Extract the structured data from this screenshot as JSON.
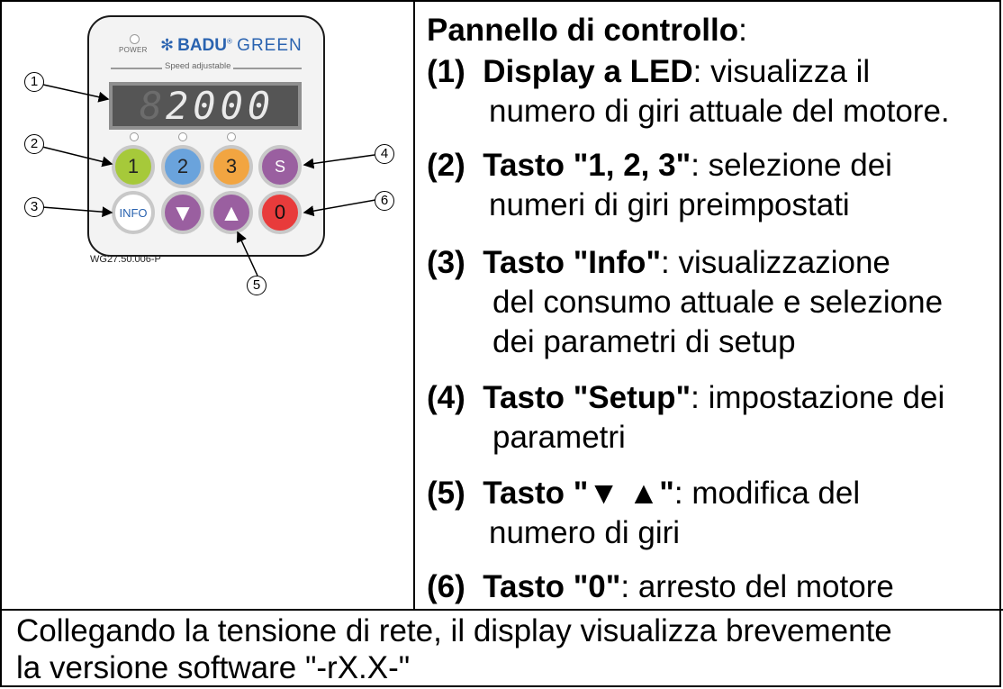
{
  "device": {
    "power_label": "POWER",
    "brand_bold": "BADU",
    "brand_mark": "®",
    "brand_thin": "GREEN",
    "speed_label": "Speed adjustable",
    "display_value": "2000",
    "display_ghost": "8",
    "model_code": "WG27.50.006-P",
    "buttons": [
      {
        "label": "1",
        "color": "#a6c93a"
      },
      {
        "label": "2",
        "color": "#6aa3dc"
      },
      {
        "label": "3",
        "color": "#f2a541"
      },
      {
        "label": "S",
        "color": "#9a5fa0"
      },
      {
        "label": "INFO",
        "color": "#ffffff"
      },
      {
        "label": "▼",
        "color": "#9a5fa0"
      },
      {
        "label": "▲",
        "color": "#9a5fa0"
      },
      {
        "label": "0",
        "color": "#e83b3b"
      }
    ],
    "callouts": [
      "1",
      "2",
      "3",
      "4",
      "5",
      "6"
    ]
  },
  "panel": {
    "title": "Pannello di controllo",
    "title_suffix": ":",
    "items": [
      {
        "num": "(1)",
        "key": "Display a LED",
        "sep": ":",
        "line1": " visualizza il",
        "line2": "numero di giri attuale del motore."
      },
      {
        "num": "(2)",
        "key": "Tasto \"1, 2, 3\"",
        "sep": ":",
        "line1": " selezione dei",
        "line2": "numeri di giri preimpostati"
      },
      {
        "num": "(3)",
        "key": "Tasto \"Info\"",
        "sep": ":",
        "line1": " visualizzazione",
        "line2": "del consumo attuale e selezione",
        "line3": "dei parametri di setup"
      },
      {
        "num": "(4)",
        "key": "Tasto \"Setup\"",
        "sep": ":",
        "line1": " impostazione dei",
        "line2": "parametri"
      },
      {
        "num": "(5)",
        "key": "Tasto \"▼ ▲\"",
        "sep": ":",
        "line1": " modifica del",
        "line2": "numero di giri"
      },
      {
        "num": "(6)",
        "key": "Tasto \"0\"",
        "sep": ":",
        "line1": " arresto del motore"
      }
    ]
  },
  "footer": {
    "line1": "Collegando la tensione di rete, il display visualizza brevemente",
    "line2": "la versione software \"-rX.X-\""
  }
}
